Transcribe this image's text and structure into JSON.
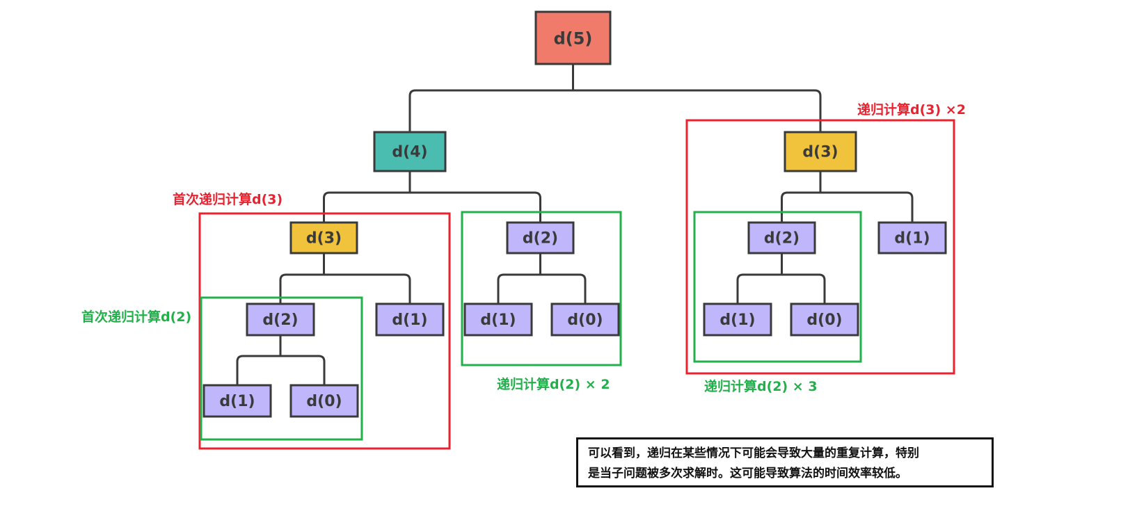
{
  "colors": {
    "root": "#f07b6b",
    "teal": "#4bbcb0",
    "yellow": "#f1c33c",
    "purple": "#c0b6fb",
    "edge": "#3a3a3a",
    "red_box": "#e8232f",
    "green_box": "#22b04b"
  },
  "nodes": [
    {
      "id": "d5",
      "label": "d(5)",
      "color": "root"
    },
    {
      "id": "d4",
      "label": "d(4)",
      "color": "teal"
    },
    {
      "id": "d3r",
      "label": "d(3)",
      "color": "yellow"
    },
    {
      "id": "d3l",
      "label": "d(3)",
      "color": "yellow"
    },
    {
      "id": "d2a",
      "label": "d(2)",
      "color": "purple"
    },
    {
      "id": "d1a",
      "label": "d(1)",
      "color": "purple"
    },
    {
      "id": "d2b",
      "label": "d(2)",
      "color": "purple"
    },
    {
      "id": "d2c",
      "label": "d(2)",
      "color": "purple"
    },
    {
      "id": "d1b",
      "label": "d(1)",
      "color": "purple"
    },
    {
      "id": "d1c",
      "label": "d(1)",
      "color": "purple"
    },
    {
      "id": "d0c",
      "label": "d(0)",
      "color": "purple"
    },
    {
      "id": "d1d",
      "label": "d(1)",
      "color": "purple"
    },
    {
      "id": "d0d",
      "label": "d(0)",
      "color": "purple"
    },
    {
      "id": "d1e",
      "label": "d(1)",
      "color": "purple"
    },
    {
      "id": "d0e",
      "label": "d(0)",
      "color": "purple"
    }
  ],
  "annotations": {
    "red_right": "递归计算d(3) ×2",
    "red_left": "首次递归计算d(3)",
    "green_left": "首次递归计算d(2)",
    "green_middle": "递归计算d(2) × 2",
    "green_right": "递归计算d(2) × 3"
  },
  "note": {
    "line1": "可以看到，递归在某些情况下可能会导致大量的重复计算，特别",
    "line2": "是当子问题被多次求解时。这可能导致算法的时间效率较低。"
  }
}
